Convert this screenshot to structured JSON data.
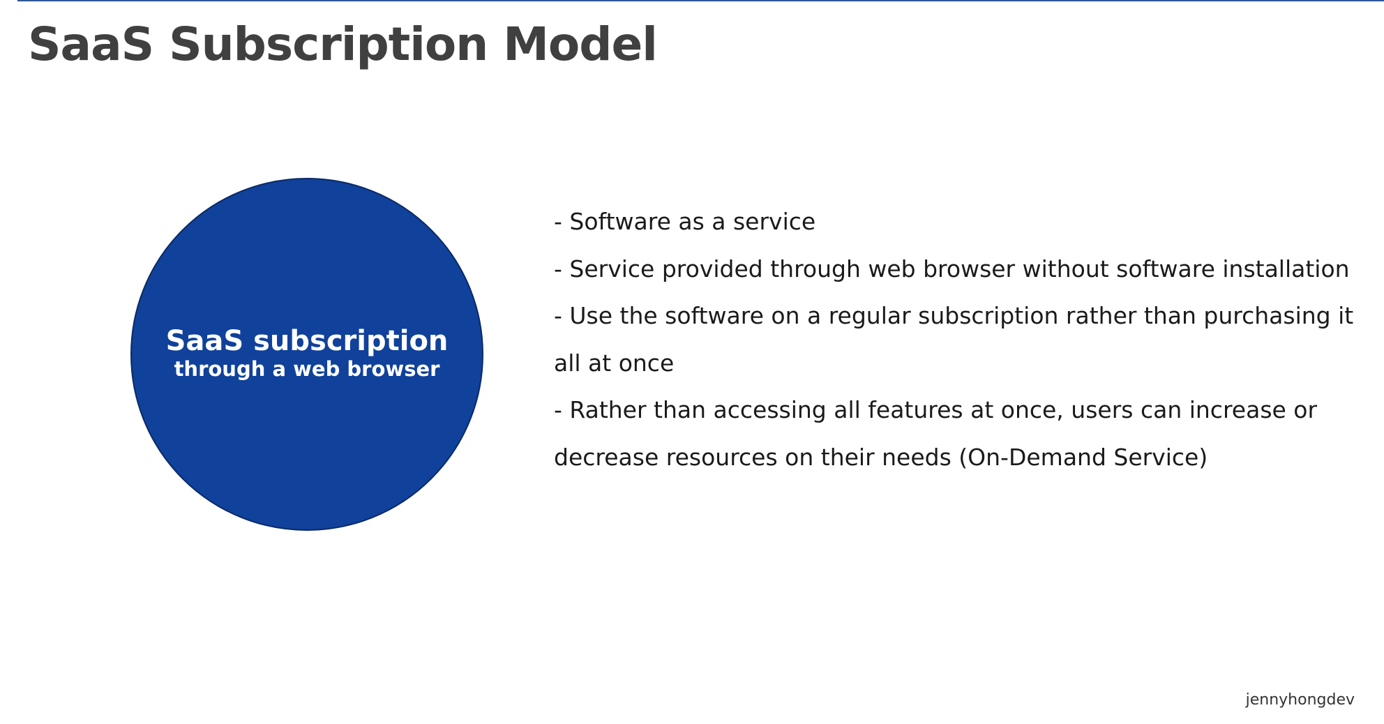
{
  "slide": {
    "title": "SaaS Subscription Model",
    "circle": {
      "title": "SaaS subscription",
      "subtitle": "through a web browser"
    },
    "bullets": [
      "- Software as a service",
      "- Service provided through web browser without software installation",
      "- Use the software on a regular subscription rather than purchasing it all at once",
      "- Rather than accessing all features at once, users can increase or decrease resources on their needs (On-Demand Service)"
    ],
    "footer": "jennyhongdev"
  },
  "colors": {
    "accent_rule": "#2f5597",
    "circle_fill": "#10419b",
    "title_text": "#404040"
  }
}
